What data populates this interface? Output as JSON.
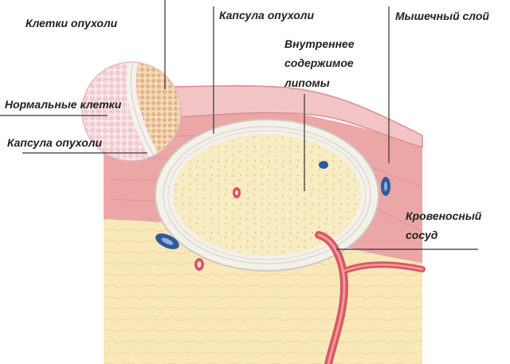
{
  "labels": {
    "tumor_cells": "Клетки опухоли",
    "normal_cells": "Нормальные клетки",
    "tumor_capsule_left": "Капсула опухоли",
    "tumor_capsule_top": "Капсула опухоли",
    "lipoma_contents": [
      "Внутреннее",
      "содержимое",
      "липомы"
    ],
    "muscle_layer": "Мышечный слой",
    "blood_vessel": [
      "Кровеносный",
      "сосуд"
    ]
  },
  "colors": {
    "skin": "#f0c2c2",
    "skin_edge": "#d88e90",
    "muscle": "#eba2a2",
    "fat": "#f8e7b8",
    "capsule": "#f4f2ec",
    "lipoma": "#f7ecc0",
    "vessel_red": "#d7555f",
    "vessel_blue": "#2f5a9c",
    "leader_line": "#333333"
  }
}
